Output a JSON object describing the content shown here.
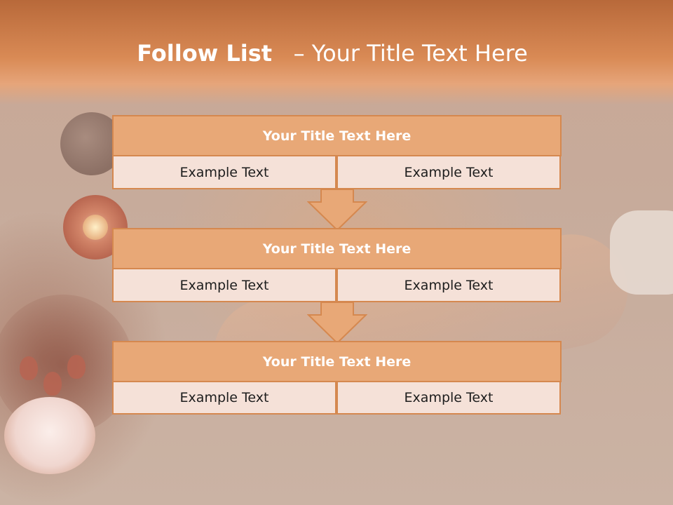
{
  "slide": {
    "title_bold": "Follow List",
    "title_rest": "– Your Title Text Here"
  },
  "blocks": [
    {
      "title": "Your Title Text Here",
      "left_text": "Example Text",
      "right_text": "Example Text"
    },
    {
      "title": "Your Title Text Here",
      "left_text": "Example Text",
      "right_text": "Example Text"
    },
    {
      "title": "Your Title Text Here",
      "left_text": "Example Text",
      "right_text": "Example Text"
    }
  ],
  "colors": {
    "header_band": "#d98a55",
    "block_header_fill": "#e8a877",
    "block_border": "#d5884f",
    "cell_fill": "#f5e1d8",
    "arrow_fill": "#e8a877"
  }
}
